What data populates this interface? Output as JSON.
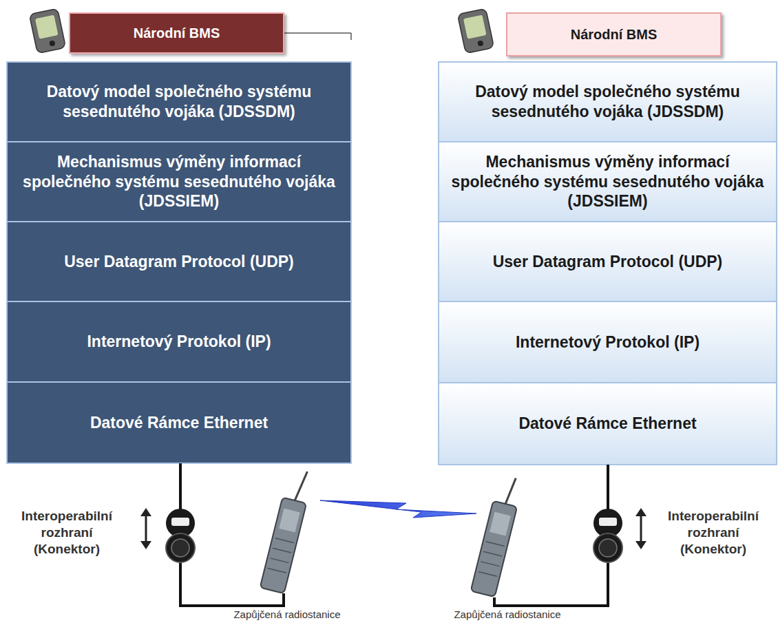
{
  "diagram": {
    "nodes": [
      {
        "text": [
          "Národní BMS"
        ]
      },
      {
        "text": [
          "Datový model společného systému sesednutého vojáka (JDSSDM)"
        ]
      },
      {
        "text": [
          "Mechanismus výměny informací společného systému sesednutého vojáka (JDSSIEM)"
        ]
      },
      {
        "text": [
          "User Datagram Protocol (UDP)"
        ]
      },
      {
        "text": [
          "Internetový Protokol (IP)"
        ]
      },
      {
        "text": [
          "Datové Rámce Ethernet"
        ]
      },
      {
        "text": [
          "Národní BMS"
        ]
      },
      {
        "text": [
          "Datový model společného systému sesednutého vojáka (JDSSDM)"
        ]
      },
      {
        "text": [
          "Mechanismus výměny informací společného systému sesednutého vojáka (JDSSIEM)"
        ]
      },
      {
        "text": [
          "User Datagram Protocol (UDP)"
        ]
      },
      {
        "text": [
          "Internetový Protokol (IP)"
        ]
      },
      {
        "text": [
          "Datové Rámce Ethernet"
        ]
      }
    ],
    "labels": [
      "Interoperabilní rozhraní (Konektor)",
      "Interoperabilní rozhraní (Konektor)",
      "Zapůjčená radiostanice",
      "Zapůjčená radiostanice"
    ]
  }
}
